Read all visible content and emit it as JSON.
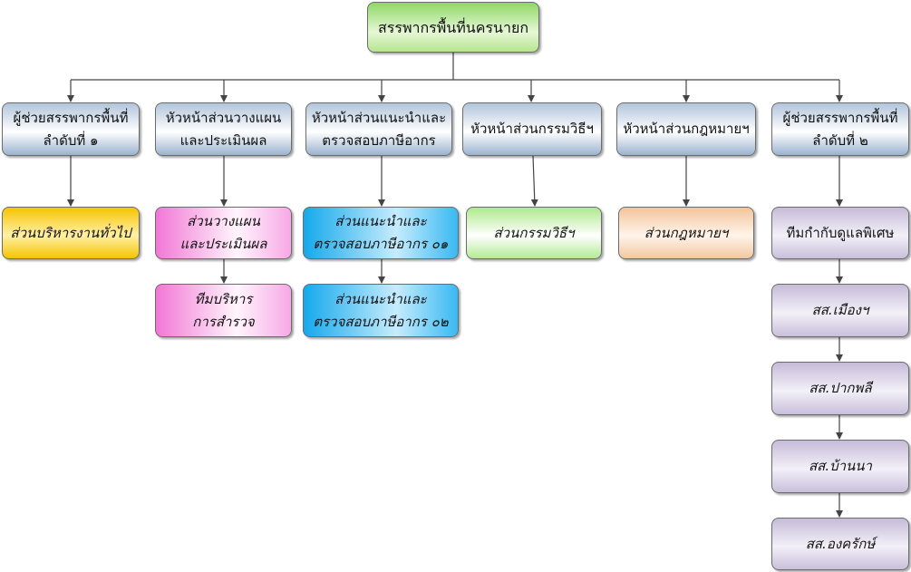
{
  "root": {
    "label": "สรรพากรพื้นที่นครนายก"
  },
  "heads": [
    {
      "label": "ผู้ช่วยสรรพากรพื้นที่\nลำดับที่ ๑"
    },
    {
      "label": "หัวหน้าส่วนวางแผน\nและประเมินผล"
    },
    {
      "label": "หัวหน้าส่วนแนะนำและ\nตรวจสอบภาษีอากร"
    },
    {
      "label": "หัวหน้าส่วนกรรมวิธีฯ"
    },
    {
      "label": "หัวหน้าส่วนกฎหมายฯ"
    },
    {
      "label": "ผู้ช่วยสรรพากรพื้นที่\nลำดับที่ ๒"
    }
  ],
  "units": {
    "admin": "ส่วนบริหารงานทั่วไป",
    "planning": "ส่วนวางแผน\nและประเมินผล",
    "mgmt_team": "ทีมบริหาร\nการสำรวจ",
    "audit_01": "ส่วนแนะนำและ\nตรวจสอบภาษีอากร ๐๑",
    "audit_02": "ส่วนแนะนำและ\nตรวจสอบภาษีอากร ๐๒",
    "procedure": "ส่วนกรรมวิธีฯ",
    "legal": "ส่วนกฎหมายฯ",
    "special_team": "ทีมกำกับดูแลพิเศษ",
    "branches": [
      "สส.เมืองฯ",
      "สส.ปากพลี",
      "สส.บ้านนา",
      "สส.องครักษ์"
    ]
  },
  "colors": {
    "root": "#8fd866",
    "head": "#b2c5db",
    "admin": "#f5c400",
    "planning": "#f277d6",
    "audit": "#14a9ec",
    "procedure": "#aee98c",
    "legal": "#f3c49b",
    "district": "#c6bbd8",
    "connector": "#444444"
  }
}
